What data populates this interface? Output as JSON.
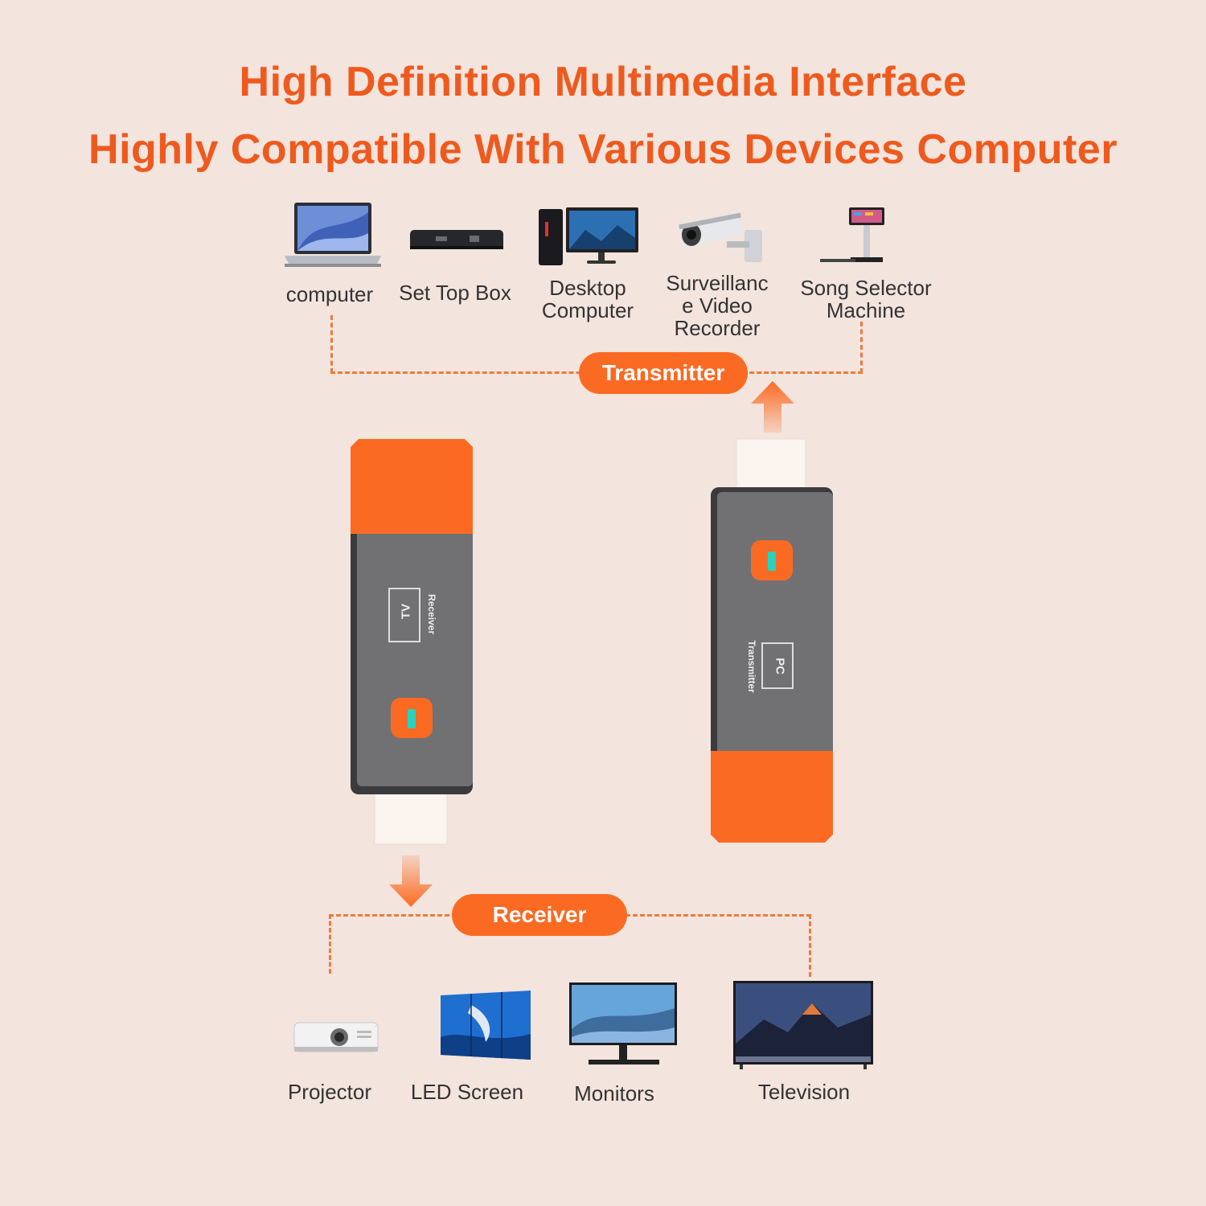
{
  "title": {
    "line1": "High Definition Multimedia Interface",
    "line2": "Highly Compatible With Various Devices Computer"
  },
  "transmitter_devices": [
    {
      "label": "computer",
      "icon": "laptop-icon"
    },
    {
      "label": "Set Top Box",
      "icon": "set-top-box-icon"
    },
    {
      "label": "Desktop\nComputer",
      "icon": "desktop-computer-icon"
    },
    {
      "label": "Surveillanc\ne Video\nRecorder",
      "icon": "surveillance-camera-icon"
    },
    {
      "label": "Song Selector\nMachine",
      "icon": "song-selector-icon"
    }
  ],
  "receiver_devices": [
    {
      "label": "Projector",
      "icon": "projector-icon"
    },
    {
      "label": "LED Screen",
      "icon": "led-screen-icon"
    },
    {
      "label": "Monitors",
      "icon": "monitor-icon"
    },
    {
      "label": "Television",
      "icon": "television-icon"
    }
  ],
  "pills": {
    "transmitter": "Transmitter",
    "receiver": "Receiver"
  },
  "dongles": {
    "receiver": {
      "box_text": "TV",
      "side_text": "Receiver"
    },
    "transmitter": {
      "box_text": "PC",
      "side_text": "Transmitter"
    }
  },
  "colors": {
    "accent": "#fb6a22",
    "title": "#ee5a1e",
    "dongle_body": "#6e6e6e",
    "led": "#27d3c0",
    "background": "#f3e4dd"
  }
}
